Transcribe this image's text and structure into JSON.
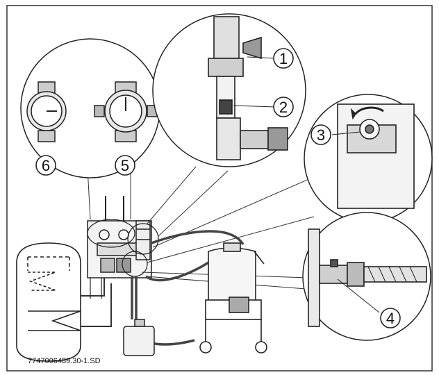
{
  "figure": {
    "document_code": "7747006489.30-1.SD",
    "callouts": {
      "c1": "1",
      "c2": "2",
      "c3": "3",
      "c4": "4",
      "c5": "5",
      "c6": "6"
    }
  }
}
